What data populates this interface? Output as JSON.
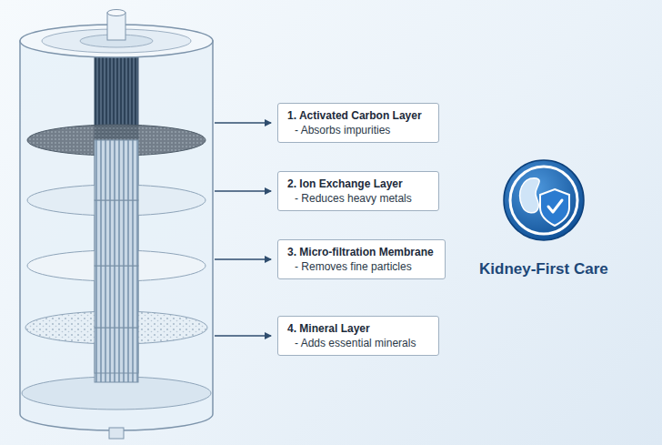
{
  "diagram": {
    "nodes": [
      {
        "text": [
          "1. Activated Carbon Layer",
          "- Absorbs impurities"
        ]
      },
      {
        "text": [
          "2. Ion Exchange Layer",
          "- Reduces heavy metals"
        ]
      },
      {
        "text": [
          "3. Micro-filtration Membrane",
          "- Removes fine particles"
        ]
      },
      {
        "text": [
          "4. Mineral Layer",
          "- Adds essential minerals"
        ]
      }
    ],
    "labels": [
      "Kidney-First Care"
    ]
  }
}
